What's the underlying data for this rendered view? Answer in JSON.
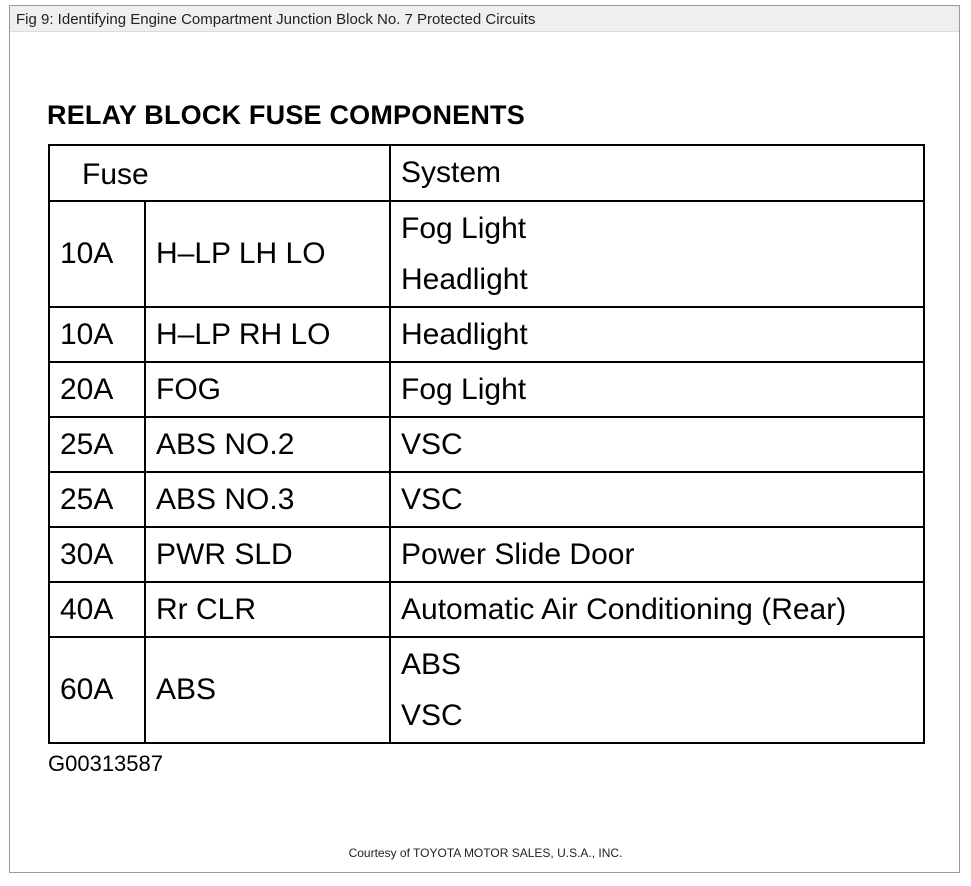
{
  "caption": "Fig 9: Identifying Engine Compartment Junction Block No. 7 Protected Circuits",
  "heading": "RELAY BLOCK FUSE COMPONENTS",
  "table": {
    "headers": {
      "fuse": "Fuse",
      "system": "System"
    },
    "rows": [
      {
        "amp": "10A",
        "name": "H–LP LH LO",
        "systems": [
          "Fog Light",
          "Headlight"
        ]
      },
      {
        "amp": "10A",
        "name": "H–LP RH LO",
        "systems": [
          "Headlight"
        ]
      },
      {
        "amp": "20A",
        "name": "FOG",
        "systems": [
          "Fog Light"
        ]
      },
      {
        "amp": "25A",
        "name": "ABS NO.2",
        "systems": [
          "VSC"
        ]
      },
      {
        "amp": "25A",
        "name": "ABS NO.3",
        "systems": [
          "VSC"
        ]
      },
      {
        "amp": "30A",
        "name": "PWR SLD",
        "systems": [
          "Power Slide Door"
        ]
      },
      {
        "amp": "40A",
        "name": "Rr CLR",
        "systems": [
          "Automatic Air Conditioning (Rear)"
        ]
      },
      {
        "amp": "60A",
        "name": "ABS",
        "systems": [
          "ABS",
          "VSC"
        ]
      }
    ]
  },
  "figure_code": "G00313587",
  "courtesy": "Courtesy of TOYOTA MOTOR SALES, U.S.A., INC."
}
